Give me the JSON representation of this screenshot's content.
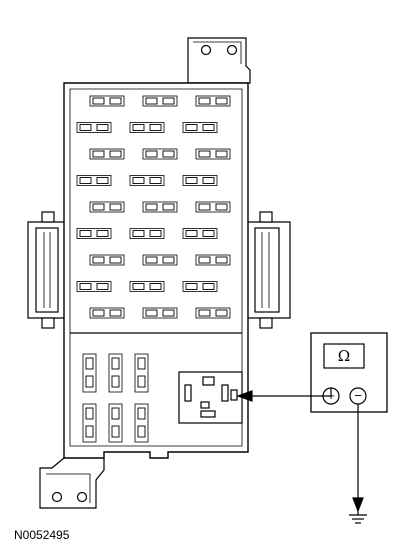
{
  "figure": {
    "id": "N0052495"
  },
  "fuse_panel": {
    "mini_fuse_columns": 3,
    "mini_fuse_rows": 9,
    "maxi_fuse_columns": 3,
    "maxi_fuse_rows": 2
  },
  "ohmmeter": {
    "symbol": "Ω",
    "positive_label": "+",
    "negative_label": "−",
    "ground_icon": "ground-icon"
  },
  "colors": {
    "line": "#000000",
    "fill": "#ffffff",
    "shade": "#e8e8e8"
  }
}
